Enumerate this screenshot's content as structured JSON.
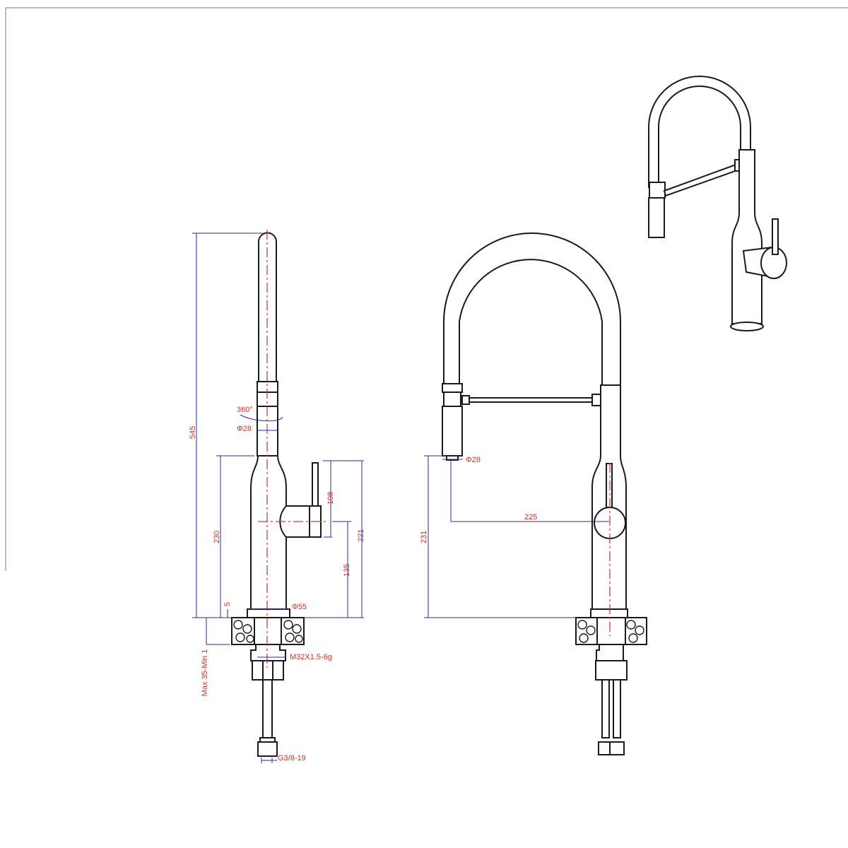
{
  "side_view": {
    "dim_total_height": "545",
    "dim_rotation": "360°",
    "dim_spout_diameter": "Φ28",
    "dim_body_height": "230",
    "dim_base_offset": "5",
    "dim_base_diameter": "Φ55",
    "dim_handle_length": "108",
    "dim_handle_height": "135",
    "dim_handle_top": "221",
    "dim_deck_thickness": "Max 35-Min 1",
    "dim_thread": "M32X1.5-6g",
    "dim_hose_fitting": "G3/8-19"
  },
  "front_view": {
    "dim_spray_diameter": "Φ28",
    "dim_reach": "225",
    "dim_spray_height": "231"
  },
  "colors": {
    "outline": "#1a1a1a",
    "dimension_line": "#2a2aa0",
    "dimension_text": "#c8302c",
    "centerline": "#d23a3a"
  }
}
